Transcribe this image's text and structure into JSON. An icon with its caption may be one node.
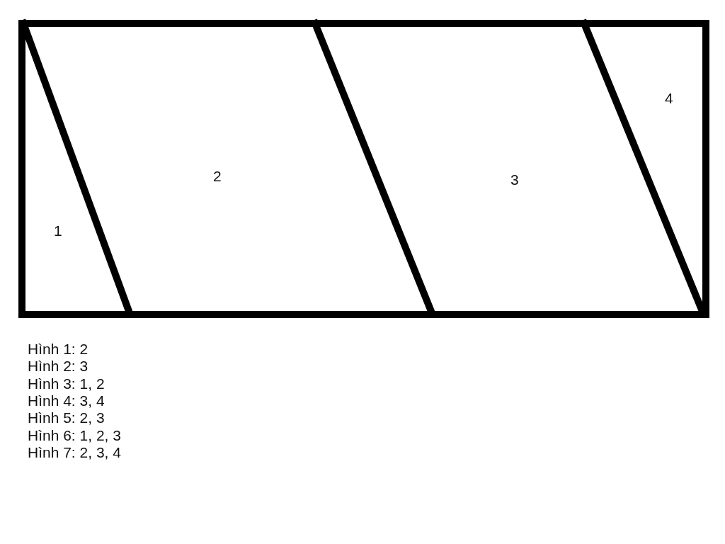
{
  "diagram": {
    "labels": [
      "1",
      "2",
      "3",
      "4",
      "Hình 1: 2",
      "Hình 2: 3",
      "Hình 3: 1, 2",
      "Hình 4: 3, 4",
      "Hình 5: 2, 3",
      "Hình 6: 1, 2, 3",
      "Hình 7: 2, 3, 4"
    ]
  }
}
